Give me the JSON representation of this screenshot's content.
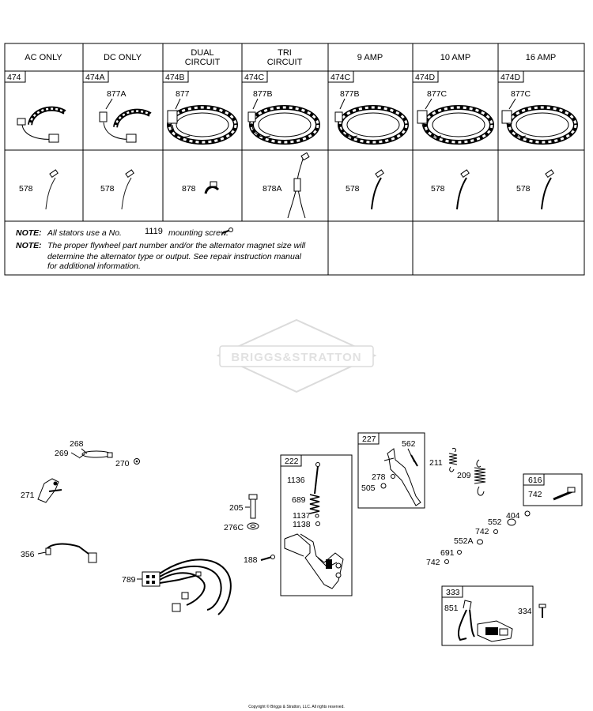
{
  "table": {
    "columns": [
      {
        "header": "AC ONLY",
        "stator_ref": "474",
        "connector": "",
        "sensor": "578"
      },
      {
        "header": "DC ONLY",
        "stator_ref": "474A",
        "connector": "877A",
        "sensor": "578"
      },
      {
        "header": "DUAL CIRCUIT",
        "stator_ref": "474B",
        "connector": "877",
        "sensor": "878"
      },
      {
        "header": "TRI CIRCUIT",
        "stator_ref": "474C",
        "connector": "877B",
        "sensor": "878A"
      },
      {
        "header": "9 AMP",
        "stator_ref": "474C",
        "connector": "877B",
        "sensor": "578"
      },
      {
        "header": "10 AMP",
        "stator_ref": "474D",
        "connector": "877C",
        "sensor": "578"
      },
      {
        "header": "16 AMP",
        "stator_ref": "474D",
        "connector": "877C",
        "sensor": "578"
      }
    ],
    "header_lines": {
      "dual_1": "DUAL",
      "dual_2": "CIRCUIT",
      "tri_1": "TRI",
      "tri_2": "CIRCUIT"
    },
    "note1_label": "NOTE:",
    "note1_text": "All stators use a No.",
    "note1_number": "1119",
    "note1_text2": "mounting screw.",
    "note2_label": "NOTE:",
    "note2_lines": [
      "The proper flywheel part number and/or the alternator magnet size will",
      "determine the alternator type or output. See repair instruction manual",
      "for additional information."
    ]
  },
  "watermark": "BRIGGS&STRATTON",
  "parts": {
    "p268": "268",
    "p269": "269",
    "p270": "270",
    "p271": "271",
    "p356": "356",
    "p789": "789",
    "p205": "205",
    "p276c": "276C",
    "p188": "188",
    "box222": "222",
    "p1136": "1136",
    "p689": "689",
    "p1137": "1137",
    "p1138": "1138",
    "box227": "227",
    "p562": "562",
    "p278": "278",
    "p505": "505",
    "p211": "211",
    "p209": "209",
    "box616": "616",
    "p742a": "742",
    "p404": "404",
    "p552": "552",
    "p742b": "742",
    "p552a": "552A",
    "p691": "691",
    "p742c": "742",
    "box333": "333",
    "p851": "851",
    "p334": "334"
  },
  "copyright": "Copyright © Briggs & Stratton, LLC. All rights reserved."
}
